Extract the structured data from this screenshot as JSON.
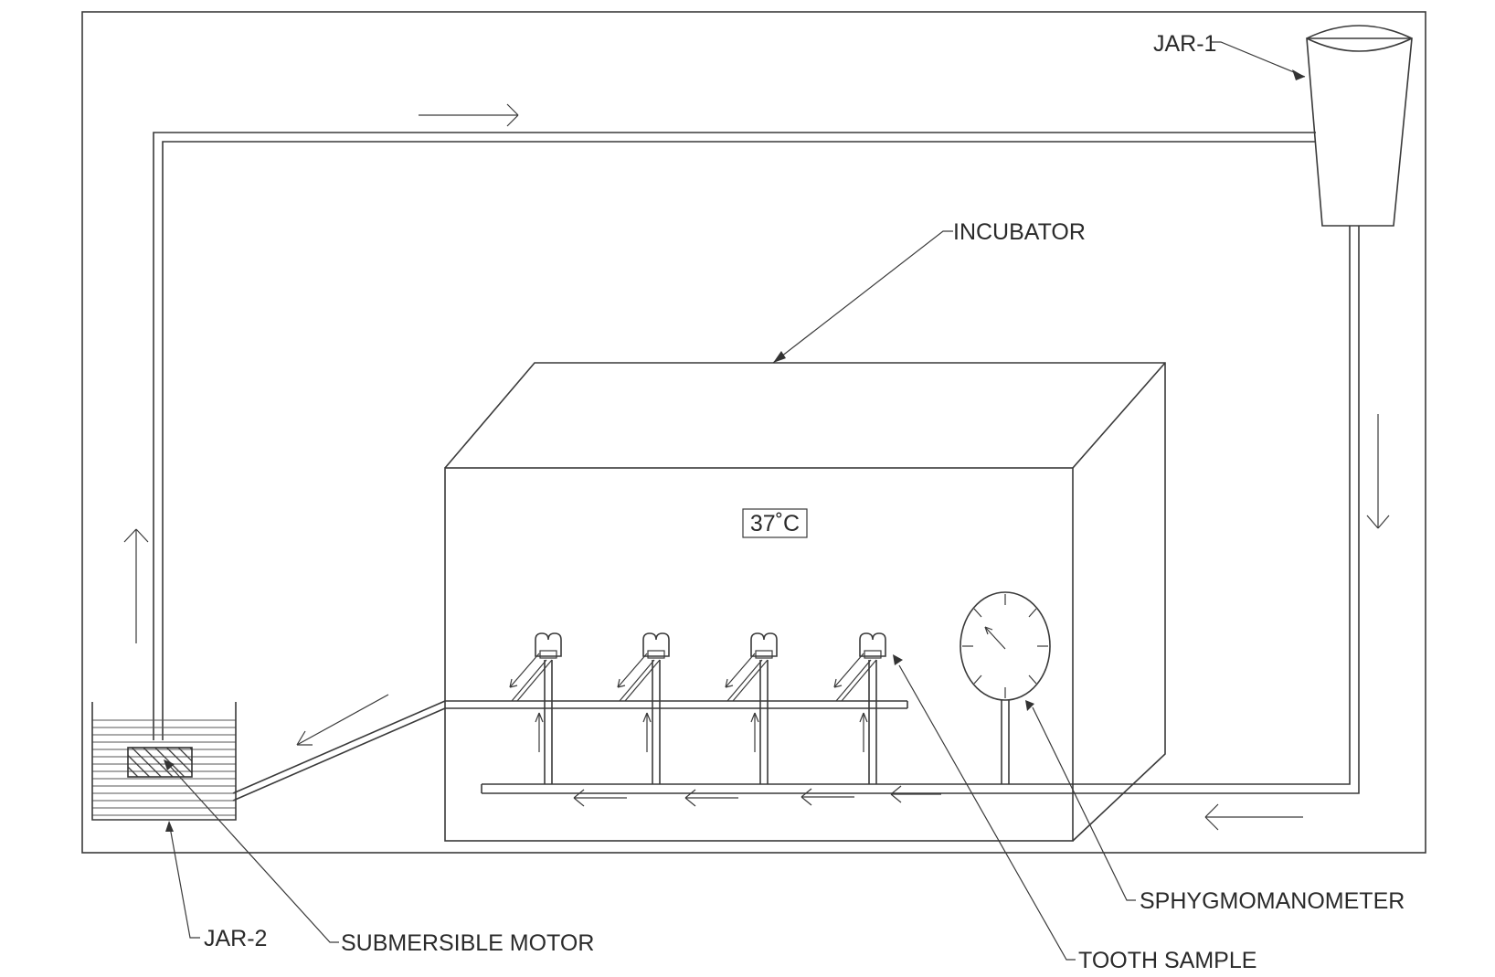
{
  "labels": {
    "jar1": "JAR-1",
    "jar2": "JAR-2",
    "incubator": "INCUBATOR",
    "temperature": "37˚C",
    "submersible_motor": "SUBMERSIBLE MOTOR",
    "sphygmomanometer": "SPHYGMOMANOMETER",
    "tooth_sample": "TOOTH SAMPLE"
  },
  "tooth_sample_count": 4,
  "colors": {
    "stroke": "#3a3a3a",
    "background": "#ffffff"
  }
}
